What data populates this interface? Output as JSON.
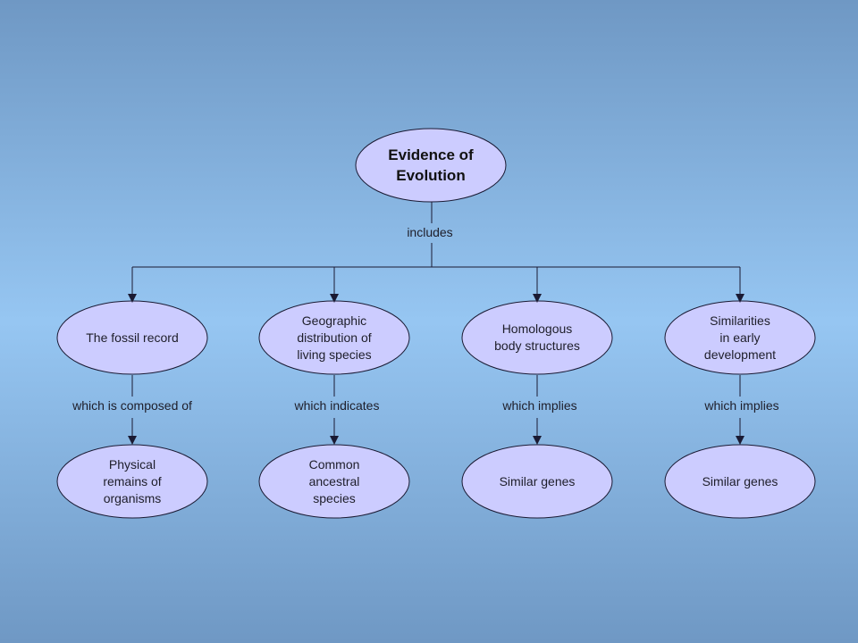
{
  "root": {
    "label": "Evidence of\nEvolution"
  },
  "root_link_label": "includes",
  "branches": [
    {
      "label": "The fossil record",
      "link_label": "which is composed of",
      "child": "Physical\nremains of\norganisms"
    },
    {
      "label": "Geographic\ndistribution of\nliving species",
      "link_label": "which indicates",
      "child": "Common\nancestral\nspecies"
    },
    {
      "label": "Homologous\nbody structures",
      "link_label": "which implies",
      "child": "Similar genes"
    },
    {
      "label": "Similarities\nin early\ndevelopment",
      "link_label": "which implies",
      "child": "Similar genes"
    }
  ],
  "colors": {
    "node_fill": "#ccccff",
    "stroke": "#1a1a33",
    "background_mid": "#96c6f2",
    "background_edge": "#6f98c4"
  }
}
